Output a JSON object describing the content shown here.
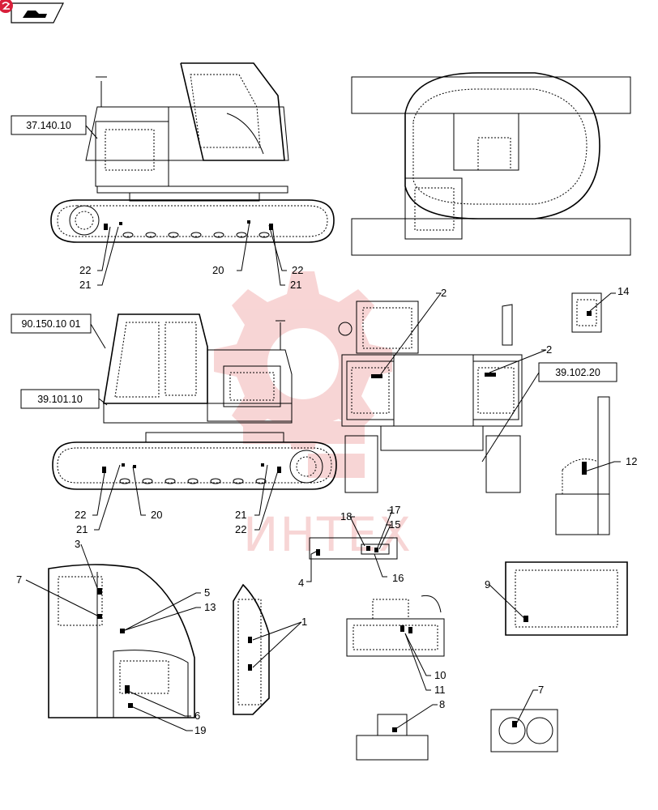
{
  "nav": {
    "back_icon": "back-arrow-icon",
    "badge_icon": "red-badge-icon"
  },
  "watermark": {
    "text": "ИНТЕХ",
    "color": "#f2b3b3"
  },
  "refs": {
    "r1": "37.140.10",
    "r2": "90.150.10 01",
    "r3": "39.101.10",
    "r4": "39.102.20"
  },
  "callouts": {
    "c22a": "22",
    "c21a": "21",
    "c20a": "20",
    "c22b": "22",
    "c21b": "21",
    "c2a": "2",
    "c2b": "2",
    "c14": "14",
    "c12": "12",
    "c22c": "22",
    "c21c": "21",
    "c20b": "20",
    "c21d": "21",
    "c22d": "22",
    "c18": "18",
    "c17": "17",
    "c15": "15",
    "c4": "4",
    "c16": "16",
    "c3": "3",
    "c7a": "7",
    "c5": "5",
    "c13": "13",
    "c1": "1",
    "c6": "6",
    "c19": "19",
    "c9": "9",
    "c10": "10",
    "c11": "11",
    "c8": "8",
    "c7b": "7"
  }
}
